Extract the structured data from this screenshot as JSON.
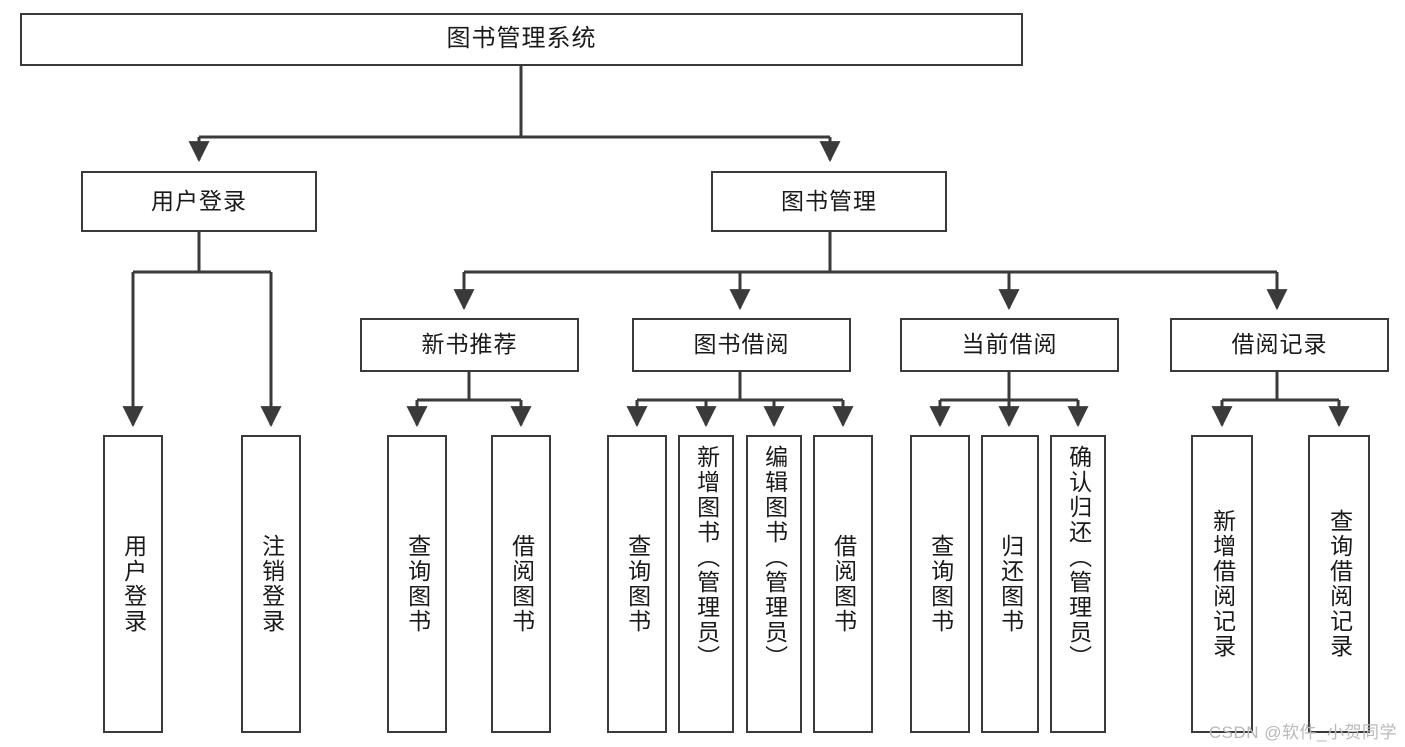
{
  "diagram": {
    "title": "图书管理系统",
    "type": "tree",
    "root": {
      "id": "root",
      "label": "图书管理系统"
    },
    "level2": [
      {
        "id": "user-login",
        "label": "用户登录"
      },
      {
        "id": "book-management",
        "label": "图书管理"
      }
    ],
    "level3": [
      {
        "id": "new-book-recommend",
        "label": "新书推荐",
        "parent": "book-management"
      },
      {
        "id": "book-borrow",
        "label": "图书借阅",
        "parent": "book-management"
      },
      {
        "id": "current-borrow",
        "label": "当前借阅",
        "parent": "book-management"
      },
      {
        "id": "borrow-record",
        "label": "借阅记录",
        "parent": "book-management"
      }
    ],
    "leaves": [
      {
        "id": "leaf-user-login",
        "label": "用户登录",
        "parent": "user-login"
      },
      {
        "id": "leaf-logout",
        "label": "注销登录",
        "parent": "user-login"
      },
      {
        "id": "leaf-query-book-1",
        "label": "查询图书",
        "parent": "new-book-recommend"
      },
      {
        "id": "leaf-borrow-book-1",
        "label": "借阅图书",
        "parent": "new-book-recommend"
      },
      {
        "id": "leaf-query-book-2",
        "label": "查询图书",
        "parent": "book-borrow"
      },
      {
        "id": "leaf-add-book",
        "label": "新增图书（管理员）",
        "parent": "book-borrow"
      },
      {
        "id": "leaf-edit-book",
        "label": "编辑图书（管理员）",
        "parent": "book-borrow"
      },
      {
        "id": "leaf-borrow-book-2",
        "label": "借阅图书",
        "parent": "book-borrow"
      },
      {
        "id": "leaf-query-book-3",
        "label": "查询图书",
        "parent": "current-borrow"
      },
      {
        "id": "leaf-return-book",
        "label": "归还图书",
        "parent": "current-borrow"
      },
      {
        "id": "leaf-confirm-return",
        "label": "确认归还（管理员）",
        "parent": "current-borrow"
      },
      {
        "id": "leaf-add-record",
        "label": "新增借阅记录",
        "parent": "borrow-record"
      },
      {
        "id": "leaf-query-record",
        "label": "查询借阅记录",
        "parent": "borrow-record"
      }
    ]
  },
  "watermark": {
    "text": "CSDN @软件_小贺同学"
  },
  "colors": {
    "border": "#3a3a3a",
    "background": "#ffffff",
    "text": "#1a1a1a",
    "watermark": "#b9b9b9"
  }
}
